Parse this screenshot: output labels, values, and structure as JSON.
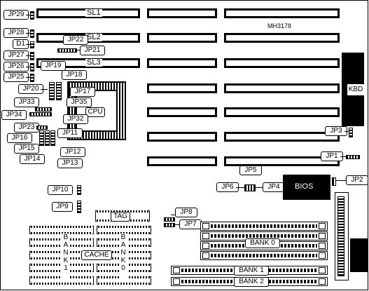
{
  "board": {
    "model": "MH3178"
  },
  "slots": {
    "sl1": "SL1",
    "sl2": "SL2",
    "sl3": "SL3"
  },
  "jumpers": {
    "jp1": "JP1",
    "jp2": "JP2",
    "jp3": "JP3",
    "jp4": "JP4",
    "jp5": "JP5",
    "jp6": "JP6",
    "jp7": "JP7",
    "jp8": "JP8",
    "jp9": "JP9",
    "jp10": "JP10",
    "jp11": "JP11",
    "jp12": "JP12",
    "jp13": "JP13",
    "jp14": "JP14",
    "jp15": "JP15",
    "jp16": "JP16",
    "jp17": "JP17",
    "jp18": "JP18",
    "jp19": "JP19",
    "jp20": "JP20",
    "jp21": "JP21",
    "jp22": "JP22",
    "jp23": "JP23",
    "jp25": "JP25",
    "jp26": "JP26",
    "jp27": "JP27",
    "jp28": "JP28",
    "jp29": "JP29",
    "jp32": "JP32",
    "jp33": "JP33",
    "jp34": "JP34",
    "jp35": "JP35",
    "d1": "D1"
  },
  "components": {
    "cpu": "CPU",
    "bios": "BIOS",
    "kbd": "KBD",
    "tag": "TAG",
    "cache": "CACHE",
    "bank0_v": "BANK 0",
    "bank1_v": "BANK 1",
    "bank0": "BANK 0",
    "bank1": "BANK 1",
    "bank2": "BANK 2"
  }
}
